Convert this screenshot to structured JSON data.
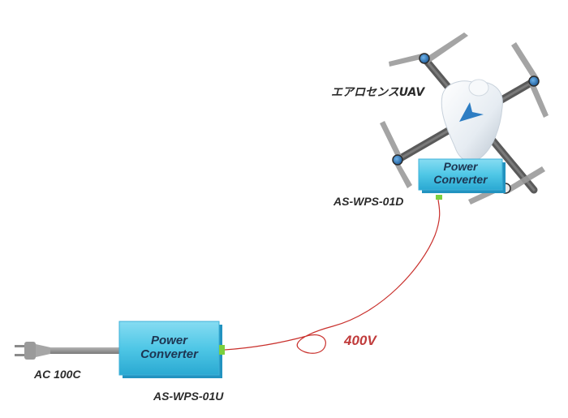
{
  "ground_unit": {
    "line1": "Power",
    "line2": "Converter",
    "model": "AS-WPS-01U",
    "input_label": "AC 100C"
  },
  "tether": {
    "voltage_label": "400V"
  },
  "air_unit": {
    "line1": "Power",
    "line2": "Converter",
    "model": "AS-WPS-01D",
    "uav_label": "エアロセンスUAV"
  },
  "colors": {
    "converter_fill": "#4fc7e6",
    "tether": "#c9302c",
    "voltage_text": "#c03b3b",
    "cable": "#8c8c8c",
    "drone_arm": "#555555",
    "rotor": "#8a8a8a",
    "motor": "#2d7dc3"
  }
}
